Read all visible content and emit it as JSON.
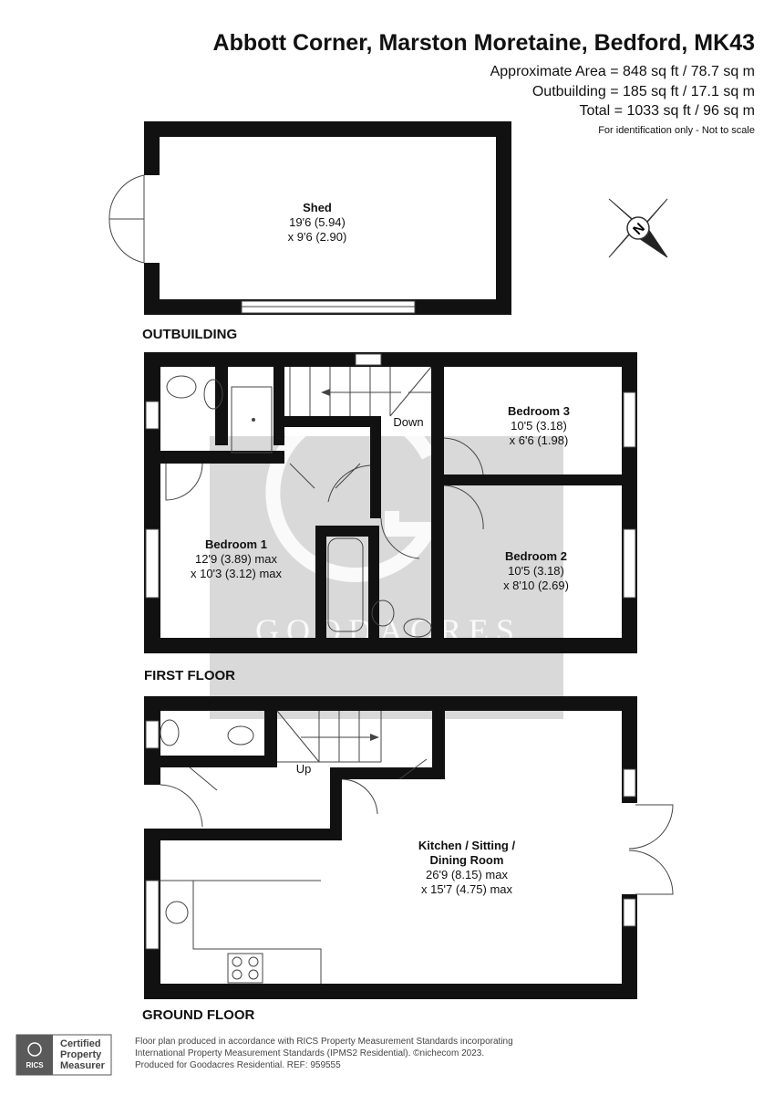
{
  "header": {
    "title": "Abbott Corner, Marston Moretaine, Bedford, MK43",
    "areas": [
      "Approximate Area = 848 sq ft / 78.7 sq m",
      "Outbuilding = 185 sq ft / 17.1 sq m",
      "Total = 1033 sq ft / 96 sq m"
    ],
    "disclaimer": "For identification only - Not to scale"
  },
  "compass": {
    "label": "N",
    "icon": "compass-rose-icon"
  },
  "floors": {
    "outbuilding": "OUTBUILDING",
    "first": "FIRST FLOOR",
    "ground": "GROUND FLOOR"
  },
  "rooms": {
    "shed": {
      "name": "Shed",
      "dims": [
        "19'6 (5.94)",
        "x 9'6 (2.90)"
      ]
    },
    "bedroom3": {
      "name": "Bedroom 3",
      "dims": [
        "10'5 (3.18)",
        "x 6'6 (1.98)"
      ]
    },
    "bedroom1": {
      "name": "Bedroom 1",
      "dims": [
        "12'9 (3.89) max",
        "x 10'3 (3.12) max"
      ]
    },
    "bedroom2": {
      "name": "Bedroom 2",
      "dims": [
        "10'5 (3.18)",
        "x 8'10 (2.69)"
      ]
    },
    "kitchen": {
      "name": [
        "Kitchen / Sitting /",
        "Dining Room"
      ],
      "dims": [
        "26'9 (8.15) max",
        "x 15'7 (4.75) max"
      ]
    }
  },
  "stairs": {
    "down": "Down",
    "up": "Up"
  },
  "watermark": {
    "text": "GOODACRES"
  },
  "badge": {
    "logo_text": "RICS",
    "label": [
      "Certified",
      "Property",
      "Measurer"
    ]
  },
  "footer": {
    "lines": [
      "Floor plan produced in accordance with RICS Property Measurement Standards incorporating",
      "International Property Measurement Standards (IPMS2 Residential).  ©nichecom 2023.",
      "Produced for Goodacres Residential.   REF: 959555"
    ]
  },
  "colors": {
    "wall": "#111111",
    "watermark": "#d9d9d9",
    "text": "#111111"
  }
}
